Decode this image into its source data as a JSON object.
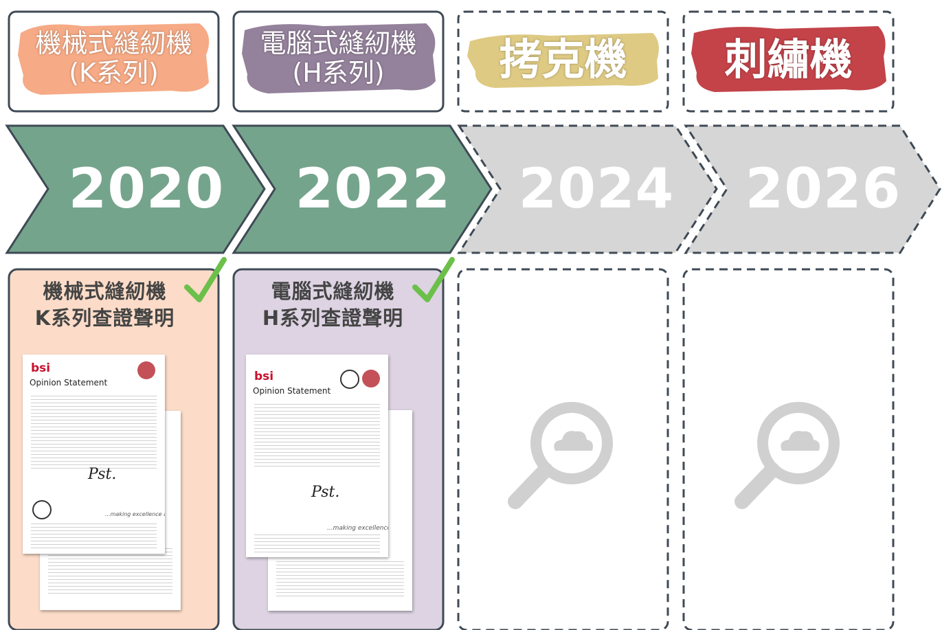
{
  "categories": [
    {
      "line1": "機械式縫紉機",
      "line2": "(K系列)",
      "color": "#f5a57e",
      "status": "done"
    },
    {
      "line1": "電腦式縫紉機",
      "line2": "(H系列)",
      "color": "#8e7a96",
      "status": "done"
    },
    {
      "line1": "拷克機",
      "line2": "",
      "color": "#dcc77c",
      "status": "planned"
    },
    {
      "line1": "刺繡機",
      "line2": "",
      "color": "#c0393f",
      "status": "planned"
    }
  ],
  "years": [
    "2020",
    "2022",
    "2024",
    "2026"
  ],
  "statements": [
    {
      "line1": "機械式縫紉機",
      "line2": "K系列查證聲明",
      "bg": "#fcdcc8"
    },
    {
      "line1": "電腦式縫紉機",
      "line2": "H系列查證聲明",
      "bg": "#ddd3e2"
    }
  ],
  "certificate": {
    "logo": "bsi",
    "title": "Opinion Statement",
    "tagline": "...making excellence a habit."
  },
  "colors": {
    "done_arrow": "#75a48c",
    "planned_arrow": "#d6d6d6",
    "border": "#3f4a55",
    "check": "#6cc04a"
  },
  "icons": {
    "check": "checkmark-icon",
    "pending": "magnifier-cloud-icon"
  }
}
